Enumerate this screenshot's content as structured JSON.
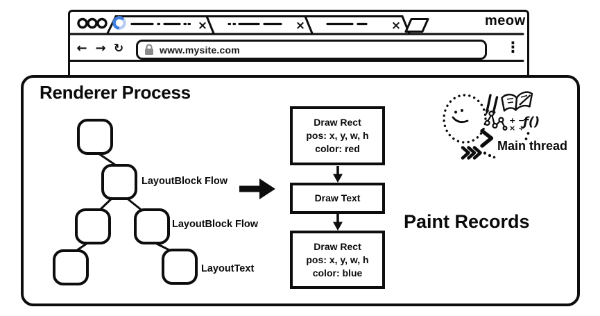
{
  "browser_window": {
    "brand": "meow",
    "url": "www.mysite.com",
    "tab_close_glyph": "×",
    "nav": {
      "back": "←",
      "forward": "→",
      "reload": "↻",
      "menu": "⋮"
    },
    "icons": {
      "traffic_lights": "window-buttons",
      "tab_loading_spinner": "loading-spinner",
      "lock": "padlock",
      "new_tab": "new-tab-parallelogram"
    }
  },
  "renderer": {
    "title": "Renderer Process",
    "layout_tree_labels": [
      "LayoutBlock Flow",
      "LayoutBlock Flow",
      "LayoutText"
    ],
    "paint_records": {
      "heading": "Paint Records",
      "boxes": [
        {
          "line1": "Draw Rect",
          "line2": "pos: x, y, w, h",
          "line3": "color: red"
        },
        {
          "line1": "Draw Text"
        },
        {
          "line1": "Draw Rect",
          "line2": "pos: x, y, w, h",
          "line3": "color: blue"
        }
      ]
    },
    "main_thread": {
      "label": "Main thread",
      "math_row1": "+ −",
      "math_row2": "× ÷",
      "function_symbol": "ƒ()"
    }
  },
  "colors": {
    "ink": "#0d0d0d",
    "spinner_track": "#b9cdf2",
    "spinner_arc": "#3e7de0",
    "lock_gray": "#8a8a8a"
  }
}
